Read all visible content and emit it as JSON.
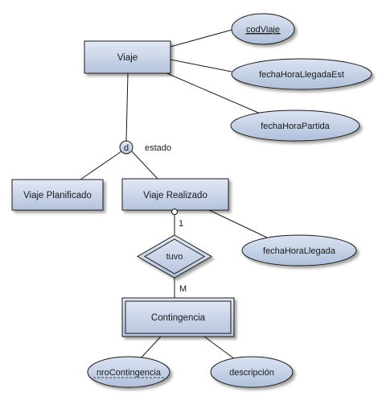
{
  "diagram": {
    "entities": {
      "viaje": "Viaje",
      "viaje_planificado": "Viaje Planificado",
      "viaje_realizado": "Viaje Realizado",
      "contingencia": "Contingencia"
    },
    "attributes": {
      "cod_viaje": "codViaje",
      "fecha_hora_llegada_est": "fechaHoraLlegadaEst",
      "fecha_hora_partida": "fechaHoraPartida",
      "fecha_hora_llegada": "fechaHoraLlegada",
      "nro_contingencia": "nroContingencia",
      "descripcion": "descripción"
    },
    "relationships": {
      "tuvo": "tuvo"
    },
    "specialization": {
      "symbol": "d",
      "attribute": "estado"
    },
    "cardinalities": {
      "viaje_realizado_side": "1",
      "contingencia_side": "M"
    },
    "colors": {
      "fill_top": "#dfe6f2",
      "fill_bottom": "#b5c4dd",
      "stroke": "#1a1a1a"
    }
  }
}
